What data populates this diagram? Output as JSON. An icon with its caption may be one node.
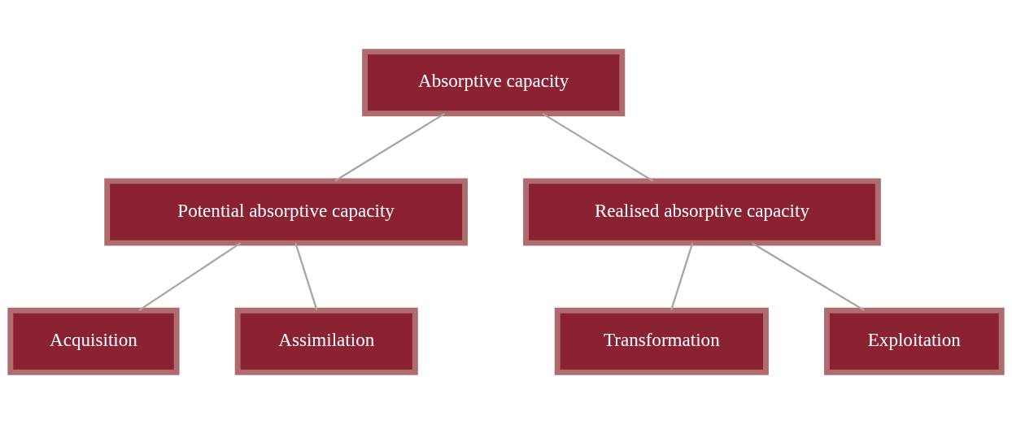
{
  "diagram": {
    "nodes": [
      {
        "text": [
          "Absorptive capacity"
        ]
      },
      {
        "text": [
          "Potential absorptive capacity"
        ]
      },
      {
        "text": [
          "Realised absorptive capacity"
        ]
      },
      {
        "text": [
          "Acquisition"
        ]
      },
      {
        "text": [
          "Assimilation"
        ]
      },
      {
        "text": [
          "Transformation"
        ]
      },
      {
        "text": [
          "Exploitation"
        ]
      }
    ],
    "edges": [
      {
        "from": 0,
        "to": 1,
        "arrow": "none"
      },
      {
        "from": 0,
        "to": 2,
        "arrow": "none"
      },
      {
        "from": 1,
        "to": 3,
        "arrow": "none"
      },
      {
        "from": 1,
        "to": 4,
        "arrow": "none"
      },
      {
        "from": 2,
        "to": 5,
        "arrow": "none"
      },
      {
        "from": 2,
        "to": 6,
        "arrow": "none"
      }
    ]
  }
}
